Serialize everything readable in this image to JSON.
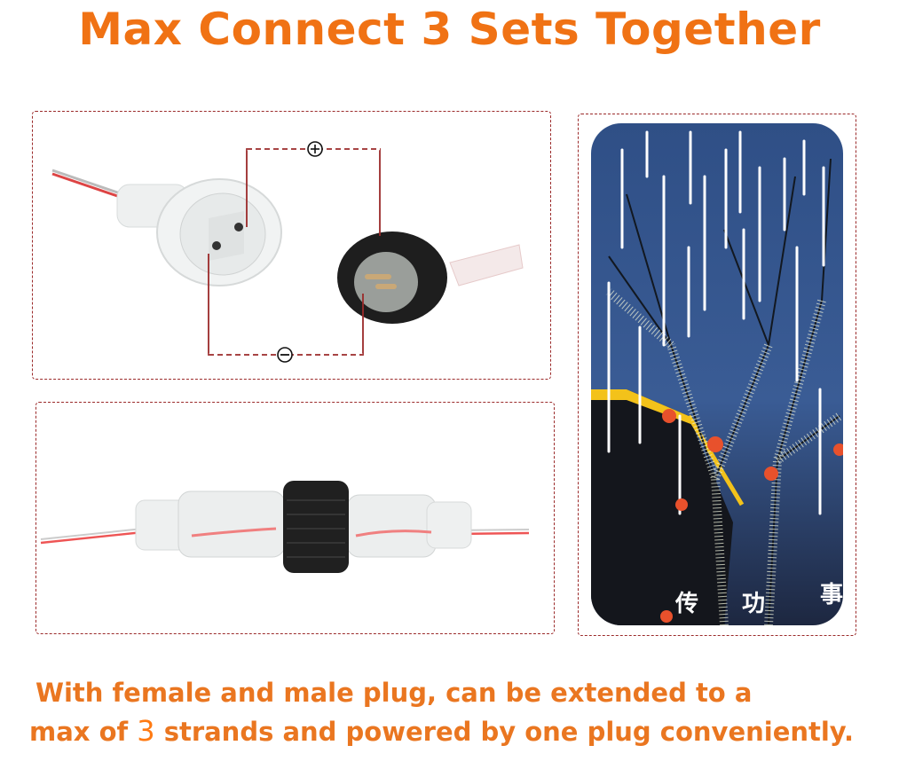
{
  "title": "Max Connect 3 Sets Together",
  "panels": {
    "connector_pins": {
      "positive_symbol": "⊕",
      "negative_symbol": "⊖",
      "line_color": "#9b2a2a"
    },
    "connected_plugs": {},
    "tree_photo": {
      "signage_chars": [
        "传",
        "功",
        "事"
      ]
    }
  },
  "caption": {
    "line1": "With female and male plug,  can be extended to a",
    "line2_pre": "max of ",
    "line2_num": "3",
    "line2_post": " strands and powered by one plug conveniently."
  },
  "colors": {
    "accent_orange": "#f07214",
    "dashed_border": "#9b2a2a",
    "sky_blue": "#3a5c95"
  }
}
